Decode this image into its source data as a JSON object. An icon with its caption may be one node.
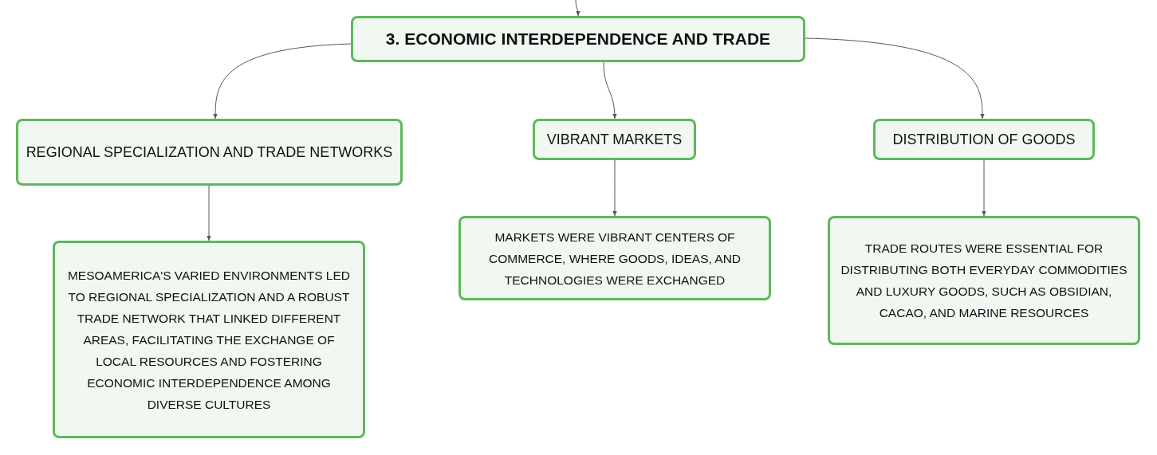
{
  "diagram": {
    "nodes": [
      {
        "text": [
          "3. ECONOMIC INTERDEPENDENCE AND TRADE"
        ]
      },
      {
        "text": [
          "REGIONAL SPECIALIZATION AND TRADE NETWORKS"
        ]
      },
      {
        "text": [
          "VIBRANT MARKETS"
        ]
      },
      {
        "text": [
          "DISTRIBUTION OF GOODS"
        ]
      },
      {
        "text": [
          "MESOAMERICA'S VARIED ENVIRONMENTS LED TO REGIONAL SPECIALIZATION AND A ROBUST TRADE NETWORK THAT LINKED DIFFERENT AREAS, FACILITATING THE EXCHANGE OF LOCAL RESOURCES AND FOSTERING ECONOMIC INTERDEPENDENCE AMONG DIVERSE CULTURES"
        ]
      },
      {
        "text": [
          "MARKETS WERE VIBRANT CENTERS OF COMMERCE, WHERE GOODS, IDEAS, AND TECHNOLOGIES WERE EXCHANGED"
        ]
      },
      {
        "text": [
          "TRADE ROUTES WERE ESSENTIAL FOR DISTRIBUTING BOTH EVERYDAY COMMODITIES AND LUXURY GOODS, SUCH AS OBSIDIAN, CACAO, AND MARINE RESOURCES"
        ]
      }
    ],
    "edges": [
      {
        "from": null,
        "to": 0,
        "arrow": "to"
      },
      {
        "from": 0,
        "to": 1,
        "arrow": "to"
      },
      {
        "from": 0,
        "to": 2,
        "arrow": "to"
      },
      {
        "from": 0,
        "to": 3,
        "arrow": "to"
      },
      {
        "from": 1,
        "to": 4,
        "arrow": "to"
      },
      {
        "from": 2,
        "to": 5,
        "arrow": "to"
      },
      {
        "from": 3,
        "to": 6,
        "arrow": "to"
      }
    ]
  }
}
